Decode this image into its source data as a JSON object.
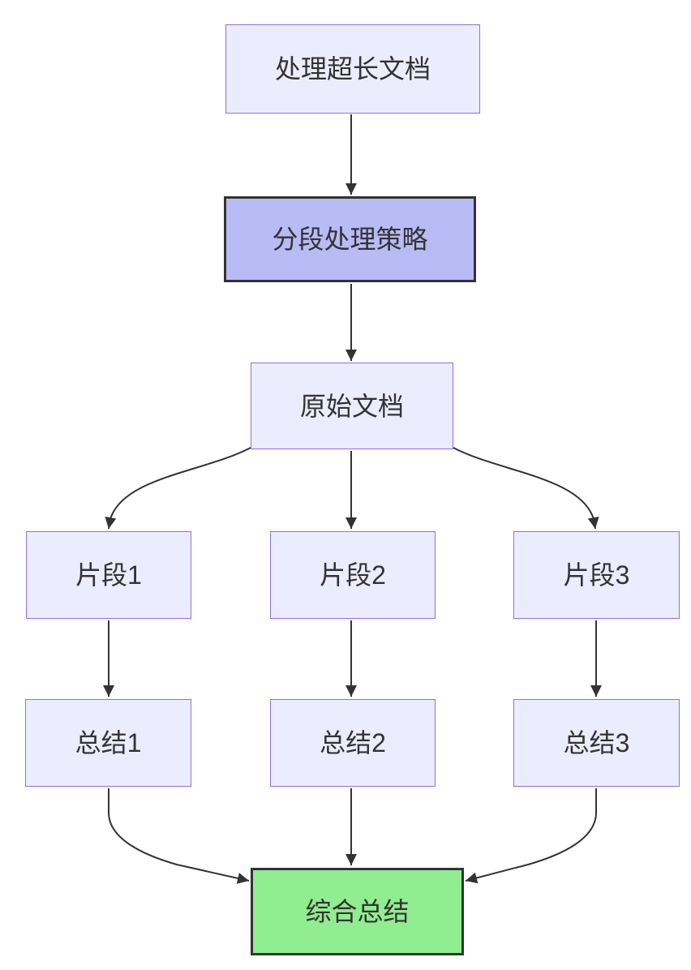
{
  "diagram": {
    "type": "flowchart",
    "direction": "top-down",
    "nodes": [
      {
        "id": "A",
        "label": "处理超长文档",
        "style": "default"
      },
      {
        "id": "B",
        "label": "分段处理策略",
        "style": "emphasis"
      },
      {
        "id": "C",
        "label": "原始文档",
        "style": "default"
      },
      {
        "id": "D1",
        "label": "片段1",
        "style": "default"
      },
      {
        "id": "D2",
        "label": "片段2",
        "style": "default"
      },
      {
        "id": "D3",
        "label": "片段3",
        "style": "default"
      },
      {
        "id": "E1",
        "label": "总结1",
        "style": "default"
      },
      {
        "id": "E2",
        "label": "总结2",
        "style": "default"
      },
      {
        "id": "E3",
        "label": "总结3",
        "style": "default"
      },
      {
        "id": "F",
        "label": "综合总结",
        "style": "success"
      }
    ],
    "edges": [
      {
        "from": "A",
        "to": "B"
      },
      {
        "from": "B",
        "to": "C"
      },
      {
        "from": "C",
        "to": "D1"
      },
      {
        "from": "C",
        "to": "D2"
      },
      {
        "from": "C",
        "to": "D3"
      },
      {
        "from": "D1",
        "to": "E1"
      },
      {
        "from": "D2",
        "to": "E2"
      },
      {
        "from": "D3",
        "to": "E3"
      },
      {
        "from": "E1",
        "to": "F"
      },
      {
        "from": "E2",
        "to": "F"
      },
      {
        "from": "E3",
        "to": "F"
      }
    ],
    "colors": {
      "background": "#ffffff",
      "node_fill": "#ECECFF",
      "node_border": "#9370DB",
      "emphasis_fill": "#B8BBF6",
      "emphasis_border": "#333333",
      "success_fill": "#90EE90",
      "edge_color": "#333333",
      "text_color": "#333333"
    }
  }
}
